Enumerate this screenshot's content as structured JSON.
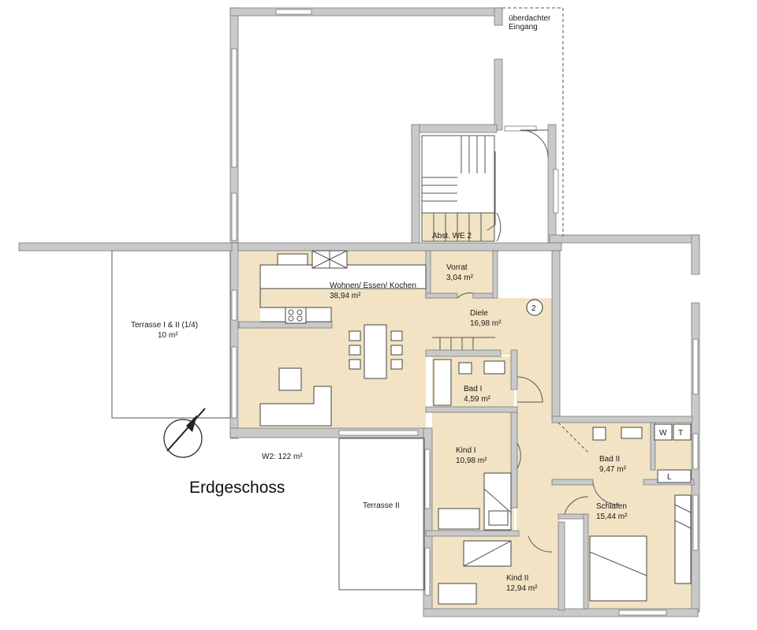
{
  "title": "Erdgeschoss",
  "area_note": "W2: 122 m²",
  "entrance": {
    "line1": "überdachter",
    "line2": "Eingang"
  },
  "stair_label": "Abst. WE 2",
  "marker": "2",
  "rooms": [
    {
      "id": "wohnen",
      "name": "Wohnen/ Essen/ Kochen",
      "area": "38,94 m²"
    },
    {
      "id": "vorrat",
      "name": "Vorrat",
      "area": "3,04 m²"
    },
    {
      "id": "diele",
      "name": "Diele",
      "area": "16,98 m²"
    },
    {
      "id": "bad1",
      "name": "Bad I",
      "area": "4,59 m²"
    },
    {
      "id": "kind1",
      "name": "Kind I",
      "area": "10,98 m²"
    },
    {
      "id": "kind2",
      "name": "Kind II",
      "area": "12,94 m²"
    },
    {
      "id": "bad2",
      "name": "Bad II",
      "area": "9,47 m²"
    },
    {
      "id": "schlafen",
      "name": "Schlafen",
      "area": "15,44 m²"
    },
    {
      "id": "terrasse12",
      "name": "Terrasse I & II (1/4)",
      "area": "10 m²"
    },
    {
      "id": "terrasse2",
      "name": "Terrasse II",
      "area": ""
    }
  ],
  "fixtures": {
    "w": "W",
    "t": "T",
    "l": "L"
  }
}
